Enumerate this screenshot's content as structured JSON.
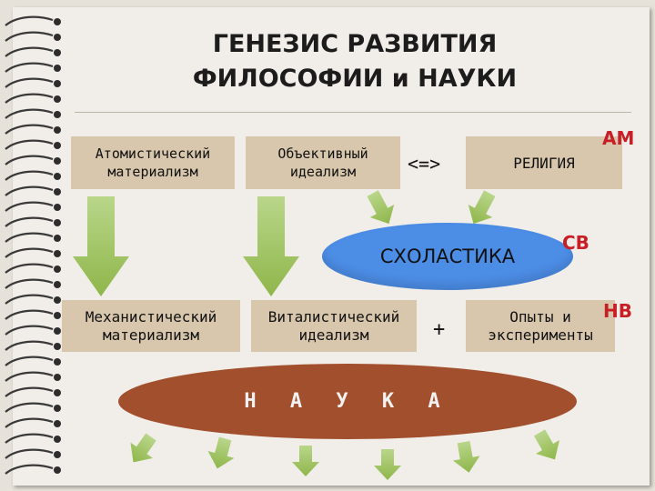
{
  "title": {
    "line1": "ГЕНЕЗИС РАЗВИТИЯ",
    "line2": "ФИЛОСОФИИ и НАУКИ"
  },
  "boxes": {
    "atomistic": {
      "line1": "Атомистический",
      "line2": "материализм"
    },
    "objective": {
      "line1": "Объективный",
      "line2": "идеализм"
    },
    "religion": "РЕЛИГИЯ",
    "mechanistic": {
      "line1": "Механистический",
      "line2": "материализм"
    },
    "vitalistic": {
      "line1": "Виталистический",
      "line2": "идеализм"
    },
    "experiments": {
      "line1": "Опыты и",
      "line2": "эксперименты"
    }
  },
  "connectors": {
    "equiv": "<=>",
    "plus": "+"
  },
  "ellipses": {
    "scholastics": "СХОЛАСТИКА",
    "science": "Н А У К А"
  },
  "markers": {
    "am": "АМ",
    "sv": "СВ",
    "nv": "НВ"
  },
  "colors": {
    "box_fill": "#d8c7ad",
    "arrow_green": "#9ec25a",
    "scholastics_blue": "#4c8de6",
    "science_brown": "#a24f2e",
    "marker_red": "#c81e25"
  }
}
